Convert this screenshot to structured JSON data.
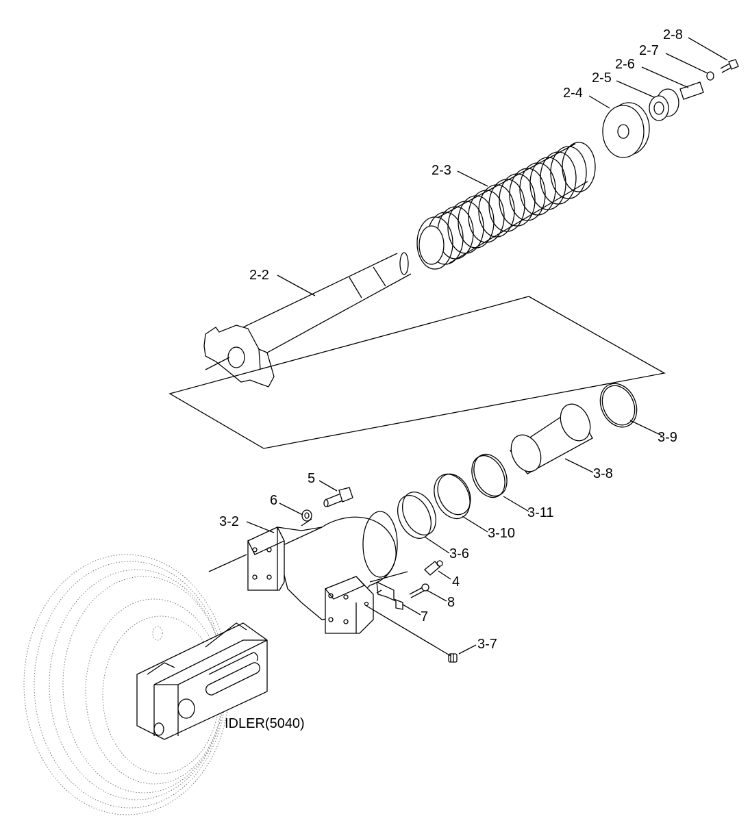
{
  "diagram": {
    "title": "IDLER(5040)",
    "callouts": [
      "2-8",
      "2-7",
      "2-6",
      "2-5",
      "2-4",
      "2-3",
      "2-2",
      "5",
      "6",
      "3-2",
      "3-9",
      "3-8",
      "3-11",
      "3-10",
      "3-6",
      "4",
      "8",
      "7",
      "3-7"
    ]
  }
}
